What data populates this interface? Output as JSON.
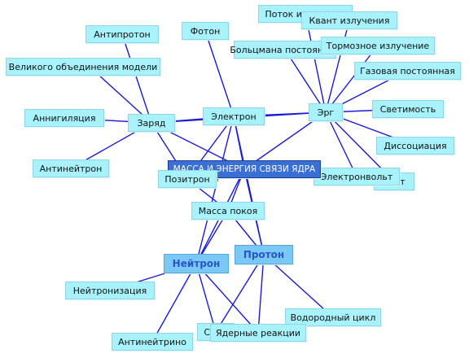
{
  "diagram": {
    "line_color": "#1a1ad6",
    "center": "МАССА И ЭНЕРГИЯ СВЯЗИ ЯДРА",
    "nodes": {
      "antiproton": "Антипротон",
      "foton": "Фотон",
      "potok": "Поток излучения",
      "kvant": "Квант излучения",
      "boltzmann": "Больцмана постоянная",
      "tormoznoe": "Тормозное излучение",
      "velikogo": "Великого объединения модели",
      "gazovaya": "Газовая постоянная",
      "annigilyaciya": "Аннигиляция",
      "zaryad": "Заряд",
      "elektron": "Электрон",
      "erg": "Эрг",
      "svetimost": "Светимость",
      "dissociaciya": "Диссоциация",
      "antineytron": "Антинейтрон",
      "pozitron": "Позитрон",
      "elektronvolt": "Электронвольт",
      "vatt": "Ватт",
      "massa_pokoya": "Масса покоя",
      "neytron": "Нейтрон",
      "proton": "Протон",
      "neytronizaciya": "Нейтронизация",
      "vodorodny": "Водородный цикл",
      "spin": "Спин",
      "yadernye": "Ядерные реакции",
      "antineytrino": "Антинейтрино"
    }
  }
}
